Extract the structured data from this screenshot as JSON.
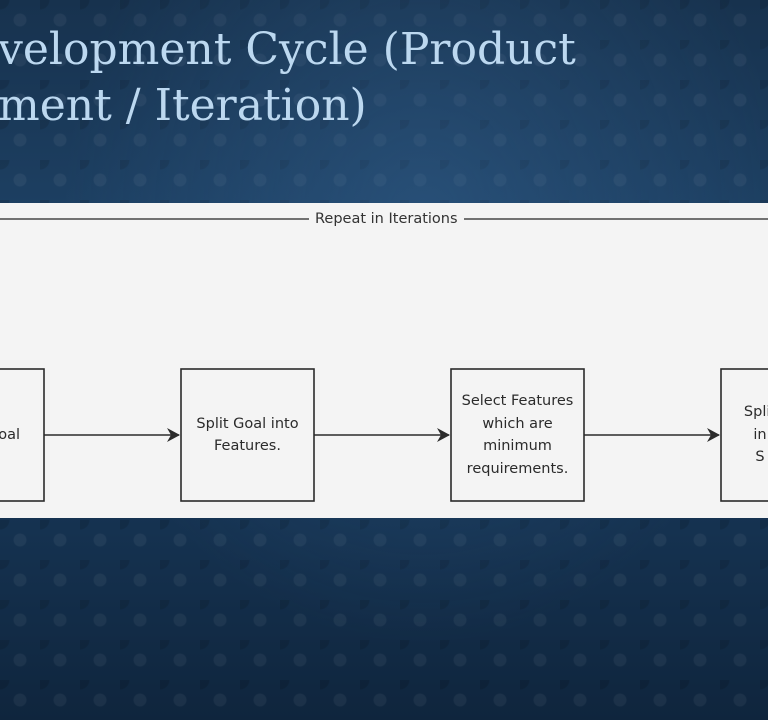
{
  "slide": {
    "title_line1": "velopment Cycle (Product",
    "title_line2": "ment / Iteration)"
  },
  "diagram": {
    "group_label": "Repeat in Iterations",
    "nodes": [
      {
        "id": "goal",
        "label": "oal"
      },
      {
        "id": "split-goal",
        "label": "Split Goal into\nFeatures."
      },
      {
        "id": "select-features",
        "label": "Select Features\nwhich are\nminimum\nrequirements."
      },
      {
        "id": "split-features",
        "label": "Split\nin\nS"
      }
    ],
    "edges": [
      {
        "from": "goal",
        "to": "split-goal"
      },
      {
        "from": "split-goal",
        "to": "select-features"
      },
      {
        "from": "select-features",
        "to": "split-features"
      }
    ]
  },
  "colors": {
    "title": "#bcd8f0",
    "panel_background": "#f4f4f4",
    "stroke": "#2b2b2b"
  }
}
